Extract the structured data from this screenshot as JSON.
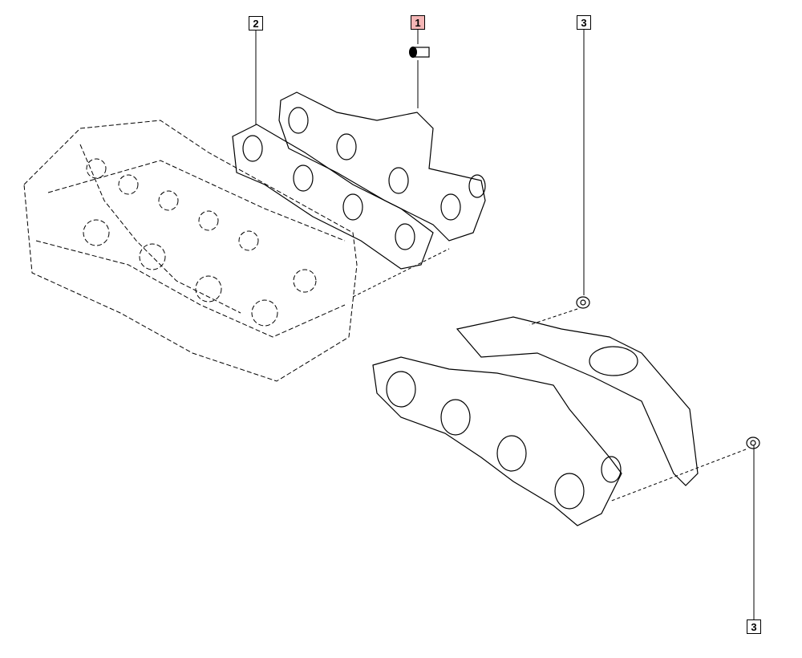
{
  "callouts": [
    {
      "ref": "2",
      "part": "gasket",
      "highlighted": false
    },
    {
      "ref": "1",
      "part": "stud",
      "highlighted": true
    },
    {
      "ref": "3",
      "part": "nut-upper",
      "highlighted": false
    },
    {
      "ref": "3",
      "part": "nut-lower",
      "highlighted": false
    }
  ],
  "colors": {
    "highlight": "#f4b6b6",
    "line": "#000000"
  }
}
